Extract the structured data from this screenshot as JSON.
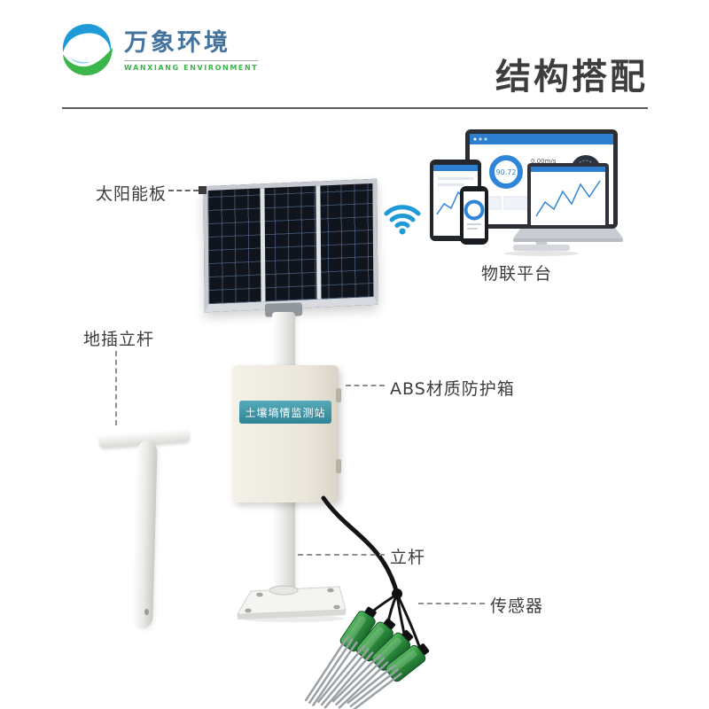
{
  "brand": {
    "name": "万象环境",
    "subtitle": "WANXIANG ENVIRONMENT"
  },
  "header": {
    "title": "结构搭配"
  },
  "callouts": {
    "solar_panel": "太阳能板",
    "ground_pole": "地插立杆",
    "abs_box": "ABS材质防护箱",
    "pole": "立杆",
    "sensor": "传感器",
    "iot_platform": "物联平台"
  },
  "station": {
    "nameplate": "土壤墒情监测站"
  },
  "dashboard": {
    "gauge_value": "90.72",
    "wind_speed": "0.00m/s"
  },
  "icons": {
    "logo": "brand-swirl-icon",
    "wifi": "wifi-icon"
  },
  "colors": {
    "accent_blue": "#1e9ad6",
    "brand_green": "#3cb54a",
    "brand_blue_text": "#44749e",
    "title_text": "#3d3d3d",
    "label_text": "#3c3c3c",
    "nameplate_teal": "#3e98a8",
    "sensor_green": "#2f9540",
    "panel_dark": "#10151d",
    "box_beige": "#ece8dd"
  }
}
